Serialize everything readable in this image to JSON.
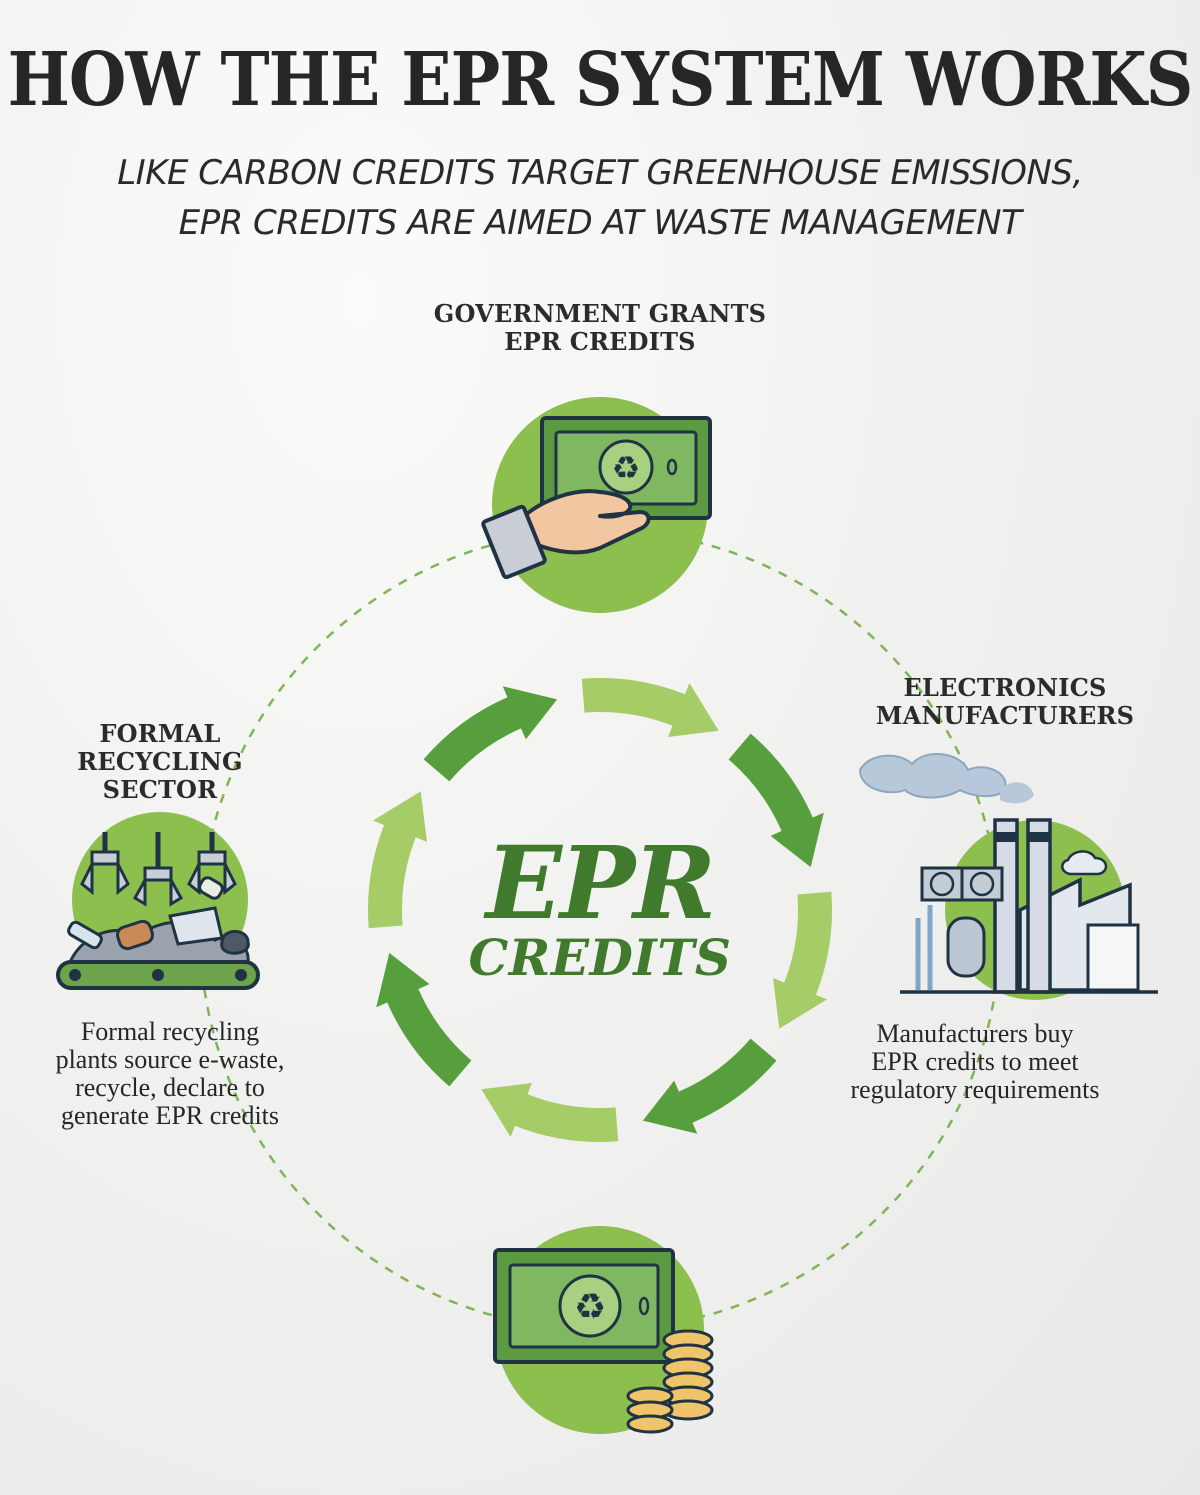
{
  "title": "HOW THE EPR SYSTEM WORKS",
  "subtitle": {
    "line1": "LIKE CARBON CREDITS TARGET GREENHOUSE EMISSIONS,",
    "line2": "EPR CREDITS ARE AIMED AT WASTE MANAGEMENT"
  },
  "center": {
    "main": "EPR",
    "sub": "CREDITS"
  },
  "nodes": {
    "government": {
      "label_line1": "GOVERNMENT GRANTS",
      "label_line2": "EPR CREDITS",
      "icon": "hand-with-banknote-icon"
    },
    "manufacturers": {
      "label_line1": "ELECTRONICS",
      "label_line2": "MANUFACTURERS",
      "desc_line1": "Manufacturers buy",
      "desc_line2": "EPR credits to meet",
      "desc_line3": "regulatory requirements",
      "icon": "factory-icon"
    },
    "recycling": {
      "label_line1": "FORMAL",
      "label_line2": "RECYCLING",
      "label_line3": "SECTOR",
      "desc_line1": "Formal recycling",
      "desc_line2": "plants source e-waste,",
      "desc_line3": "recycle, declare to",
      "desc_line4": "generate EPR credits",
      "icon": "recycling-conveyor-icon"
    },
    "payment": {
      "icon": "banknote-with-coins-icon"
    }
  },
  "colors": {
    "accent_green": "#8dbf4f",
    "dark_green": "#3f7a2d",
    "arrow_light": "#a5cc66",
    "arrow_dark": "#579f3c",
    "outline": "#2a3a4a"
  }
}
